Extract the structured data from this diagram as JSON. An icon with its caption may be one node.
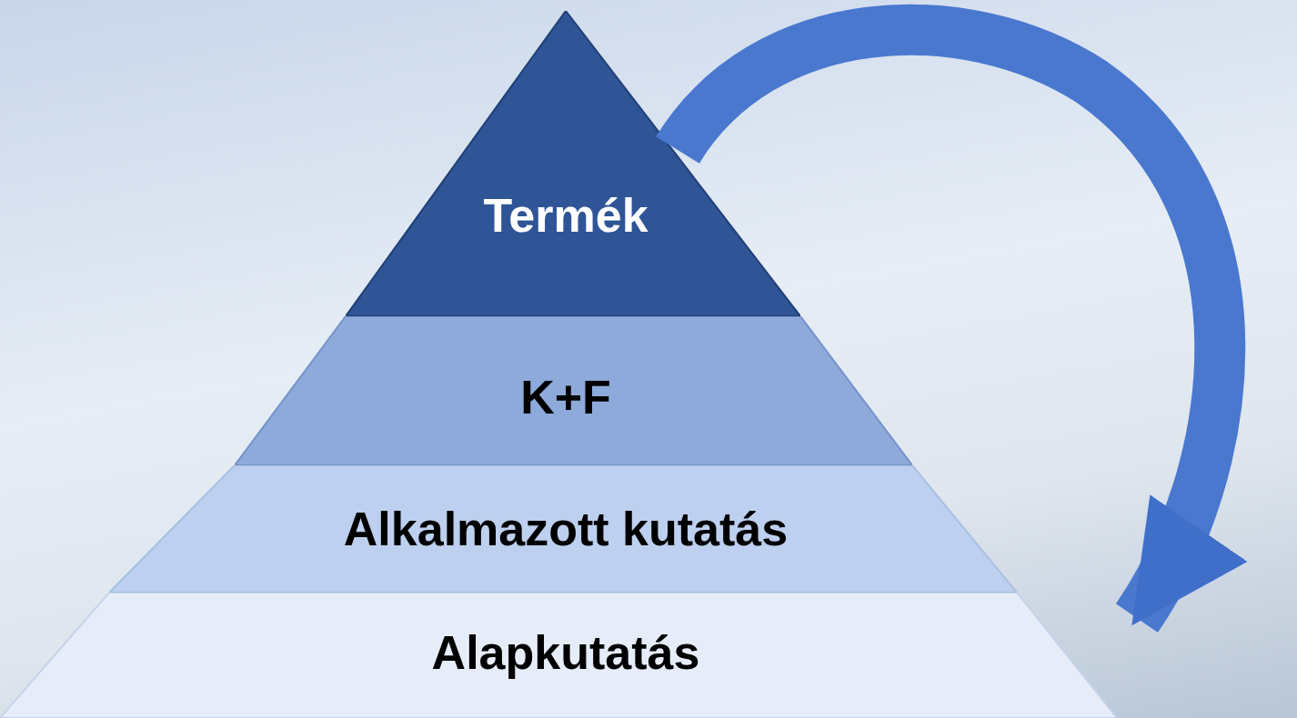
{
  "diagram": {
    "nodes": [
      {
        "text": [
          "Termék"
        ]
      },
      {
        "text": [
          "K+F"
        ]
      },
      {
        "text": [
          "Alkalmazott kutatás"
        ]
      },
      {
        "text": [
          "Alapkutatás"
        ]
      }
    ],
    "edges": [
      {
        "from": 0,
        "to": 3,
        "arrow": "to"
      }
    ]
  }
}
